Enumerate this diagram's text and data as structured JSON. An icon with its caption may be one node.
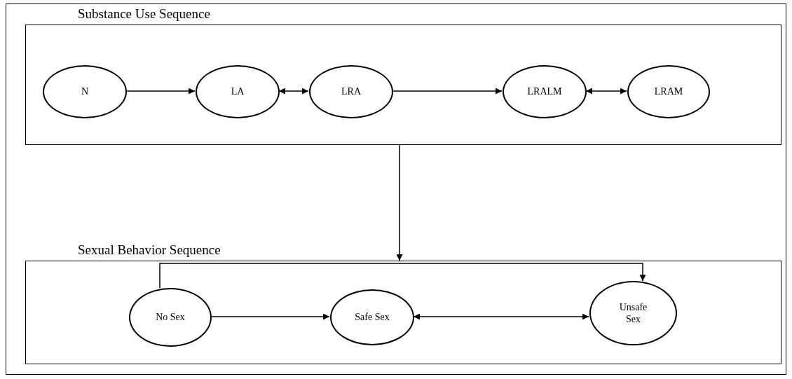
{
  "diagram": {
    "nodes": [
      {
        "text": [
          "Substance Use Sequence"
        ]
      },
      {
        "text": [
          "N"
        ],
        "in": 0
      },
      {
        "text": [
          "LA"
        ],
        "in": 0
      },
      {
        "text": [
          "LRA"
        ],
        "in": 0
      },
      {
        "text": [
          "LRALM"
        ],
        "in": 0
      },
      {
        "text": [
          "LRAM"
        ],
        "in": 0
      },
      {
        "text": [
          "Sexual Behavior Sequence"
        ]
      },
      {
        "text": [
          "No Sex"
        ],
        "in": 6
      },
      {
        "text": [
          "Safe Sex"
        ],
        "in": 6
      },
      {
        "text": [
          "Unsafe Sex"
        ],
        "in": 6
      }
    ],
    "edges": [
      {
        "from": 1,
        "to": 2,
        "arrow": "to"
      },
      {
        "from": 2,
        "to": 3,
        "arrow": "both"
      },
      {
        "from": 3,
        "to": 4,
        "arrow": "to"
      },
      {
        "from": 4,
        "to": 5,
        "arrow": "both"
      },
      {
        "from": 0,
        "to": 6,
        "arrow": "to"
      },
      {
        "from": 7,
        "to": 9,
        "arrow": "to"
      },
      {
        "from": 7,
        "to": 8,
        "arrow": "to"
      },
      {
        "from": 8,
        "to": 9,
        "arrow": "both"
      }
    ]
  }
}
